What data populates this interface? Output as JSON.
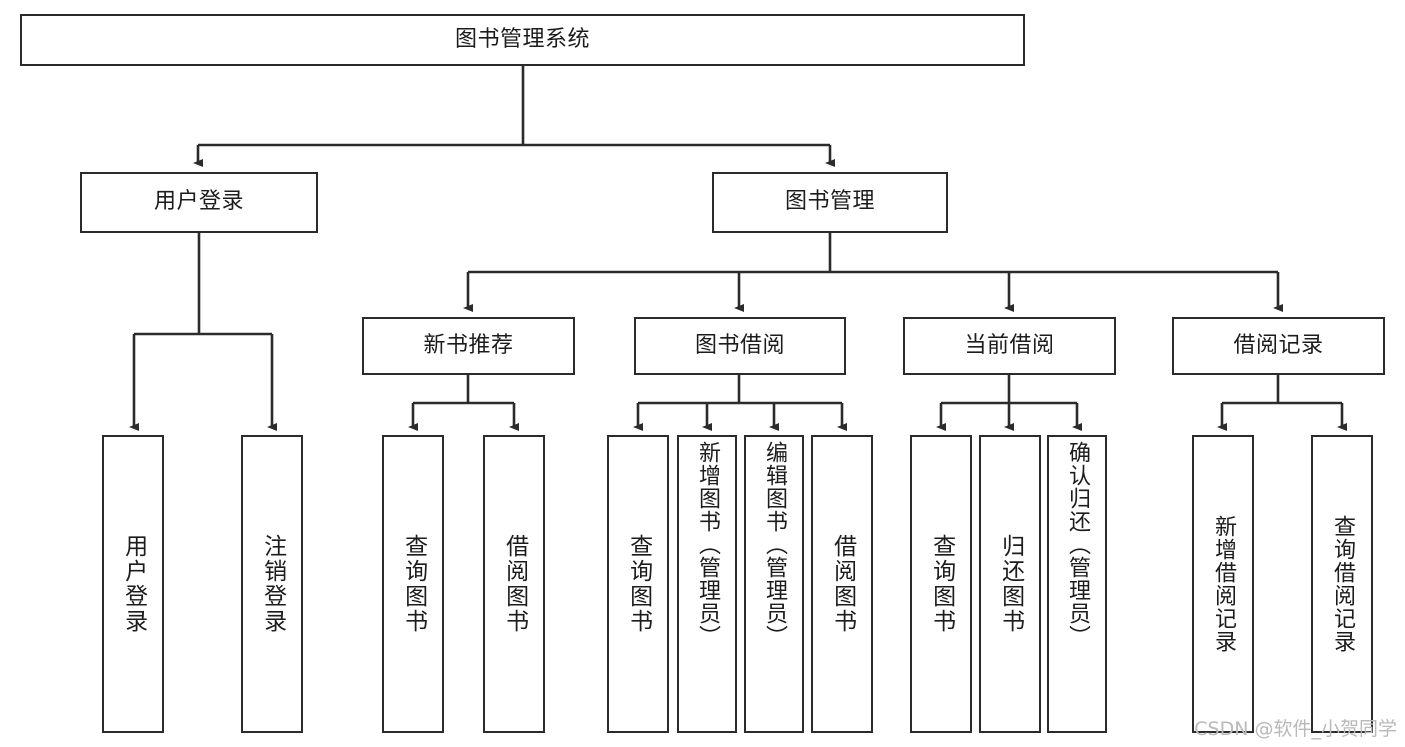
{
  "diagram": {
    "type": "tree",
    "title": "图书管理系统",
    "root": {
      "id": "root",
      "label": "图书管理系统"
    },
    "level1": [
      {
        "id": "user-login",
        "label": "用户登录"
      },
      {
        "id": "book-manage",
        "label": "图书管理"
      }
    ],
    "level2": [
      {
        "id": "new-book-recommend",
        "label": "新书推荐",
        "parent": "book-manage"
      },
      {
        "id": "book-borrow",
        "label": "图书借阅",
        "parent": "book-manage"
      },
      {
        "id": "current-borrow",
        "label": "当前借阅",
        "parent": "book-manage"
      },
      {
        "id": "borrow-record",
        "label": "借阅记录",
        "parent": "book-manage"
      }
    ],
    "leaves": [
      {
        "id": "leaf-user-login",
        "label": "用户登录",
        "parent": "user-login"
      },
      {
        "id": "leaf-user-logout",
        "label": "注销登录",
        "parent": "user-login"
      },
      {
        "id": "leaf-query-book-1",
        "label": "查询图书",
        "parent": "new-book-recommend"
      },
      {
        "id": "leaf-borrow-book-1",
        "label": "借阅图书",
        "parent": "new-book-recommend"
      },
      {
        "id": "leaf-query-book-2",
        "label": "查询图书",
        "parent": "book-borrow"
      },
      {
        "id": "leaf-add-book",
        "label": "新增图书（管理员）",
        "parent": "book-borrow"
      },
      {
        "id": "leaf-edit-book",
        "label": "编辑图书（管理员）",
        "parent": "book-borrow"
      },
      {
        "id": "leaf-borrow-book-2",
        "label": "借阅图书",
        "parent": "book-borrow"
      },
      {
        "id": "leaf-query-book-3",
        "label": "查询图书",
        "parent": "current-borrow"
      },
      {
        "id": "leaf-return-book",
        "label": "归还图书",
        "parent": "current-borrow"
      },
      {
        "id": "leaf-confirm-return",
        "label": "确认归还（管理员）",
        "parent": "current-borrow"
      },
      {
        "id": "leaf-add-record",
        "label": "新增借阅记录",
        "parent": "borrow-record"
      },
      {
        "id": "leaf-query-record",
        "label": "查询借阅记录",
        "parent": "borrow-record"
      }
    ],
    "colors": {
      "stroke": "#2b2b2b",
      "fill": "#ffffff",
      "text": "#1c1c1c",
      "watermark": "#b9b9b9"
    }
  },
  "watermark": {
    "text": "CSDN @软件_小贺同学"
  }
}
